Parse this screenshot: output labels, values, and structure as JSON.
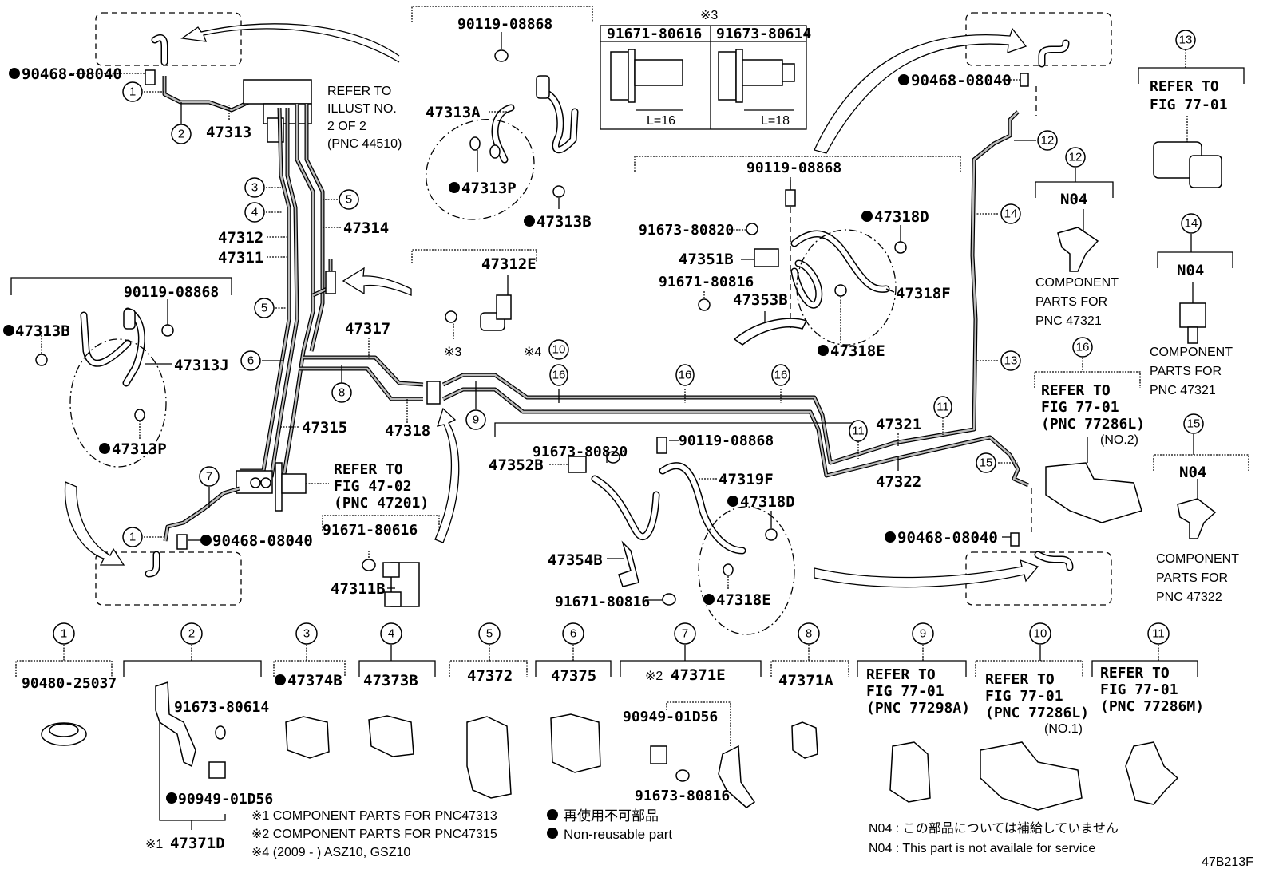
{
  "figure_id": "47B213F",
  "labels": {
    "tl_90468": "90468-08040",
    "tl_47313": "47313",
    "refer_illust": [
      "REFER TO",
      "ILLUST NO.",
      "2 OF 2",
      "(PNC 44510)"
    ],
    "p47312": "47312",
    "p47311": "47311",
    "p47314": "47314",
    "p47317": "47317",
    "p47315": "47315",
    "p47318": "47318",
    "refer_fig4702": [
      "REFER TO",
      "FIG 47-02",
      "(PNC 47201)"
    ],
    "bl_90468": "90468-08040",
    "box_a_90119": "90119-08868",
    "p47313A": "47313A",
    "p47313P_a": "47313P",
    "p47313B_a": "47313B",
    "box_l_90119": "90119-08868",
    "p47313B_l": "47313B",
    "p47313J": "47313J",
    "p47313P_l": "47313P",
    "box_e_47312E": "47312E",
    "mark3": "※3",
    "mark4": "※4",
    "box_b_91671": "91671-80616",
    "p47311B": "47311B",
    "bolt_table": {
      "title": "※3",
      "cols": [
        {
          "part": "91671-80616",
          "length": "L=16"
        },
        {
          "part": "91673-80614",
          "length": "L=18"
        }
      ]
    },
    "box_r_90119": "90119-08868",
    "r_91673_80820": "91673-80820",
    "p47351B": "47351B",
    "r_91671_80816": "91671-80816",
    "p47353B": "47353B",
    "p47318D_r": "47318D",
    "p47318F": "47318F",
    "p47318E_r": "47318E",
    "m_91673_80820": "91673-80820",
    "m_90119": "90119-08868",
    "p47352B": "47352B",
    "p47319F": "47319F",
    "p47318D_m": "47318D",
    "p47354B": "47354B",
    "m_91671_80816": "91671-80816",
    "p47318E_m": "47318E",
    "p47321": "47321",
    "p47322": "47322",
    "tr_90468": "90468-08040",
    "br_90468": "90468-08040"
  },
  "right_legend": [
    {
      "num": "13",
      "lines": [
        "REFER TO",
        "FIG 77-01"
      ],
      "caption": []
    },
    {
      "num": "12",
      "lines": [
        "N04"
      ],
      "caption": [
        "COMPONENT",
        "PARTS FOR",
        "PNC 47321"
      ]
    },
    {
      "num": "14",
      "lines": [
        "N04"
      ],
      "caption": [
        "COMPONENT",
        "PARTS FOR",
        "PNC 47321"
      ]
    },
    {
      "num": "16",
      "lines": [
        "REFER TO",
        "FIG 77-01",
        "(PNC 77286L)"
      ],
      "sub": "(NO.2)"
    },
    {
      "num": "15",
      "lines": [
        "N04"
      ],
      "caption": [
        "COMPONENT",
        "PARTS FOR",
        "PNC 47322"
      ]
    }
  ],
  "bottom_legend": [
    {
      "num": "1",
      "part": "90480-25037"
    },
    {
      "num": "2",
      "parts": [
        "91673-80614",
        "90949-01D56",
        "47371D"
      ],
      "mark": "※1",
      "nonreusable": "90949-01D56"
    },
    {
      "num": "3",
      "part": "47374B",
      "nonreusable": true
    },
    {
      "num": "4",
      "part": "47373B"
    },
    {
      "num": "5",
      "part": "47372"
    },
    {
      "num": "6",
      "part": "47375"
    },
    {
      "num": "7",
      "part": "47371E",
      "mark": "※2",
      "parts": [
        "90949-01D56",
        "91673-80816"
      ]
    },
    {
      "num": "8",
      "part": "47371A"
    },
    {
      "num": "9",
      "lines": [
        "REFER TO",
        "FIG 77-01",
        "(PNC 77298A)"
      ]
    },
    {
      "num": "10",
      "lines": [
        "REFER TO",
        "FIG 77-01",
        "(PNC 77286L)"
      ],
      "sub": "(NO.1)"
    },
    {
      "num": "11",
      "lines": [
        "REFER TO",
        "FIG 77-01",
        "(PNC 77286M)"
      ]
    }
  ],
  "footnotes": [
    "※1 COMPONENT PARTS FOR PNC47313",
    "※2 COMPONENT PARTS FOR PNC47315",
    "※4 (2009 -    ) ASZ10, GSZ10"
  ],
  "nonreusable_legend": [
    "再使用不可部品",
    "Non-reusable part"
  ],
  "n04_notes": [
    "N04 :  この部品については補給していません",
    "N04 :  This part is not availale for service"
  ],
  "callouts": {
    "c1": "1",
    "c2": "2",
    "c3": "3",
    "c4": "4",
    "c5": "5",
    "c6": "6",
    "c7": "7",
    "c8": "8",
    "c9": "9",
    "c10": "10",
    "c11": "11",
    "c12": "12",
    "c13": "13",
    "c14": "14",
    "c15": "15",
    "c16": "16"
  }
}
